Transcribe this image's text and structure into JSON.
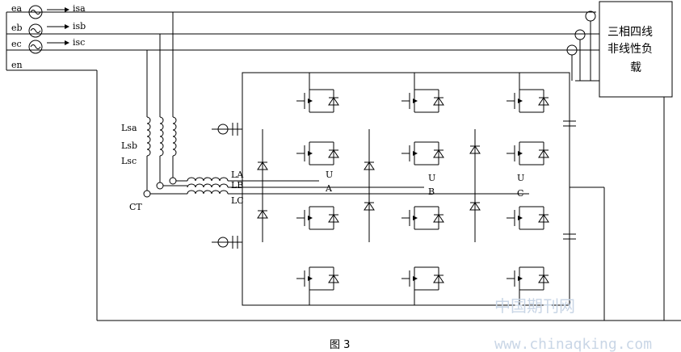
{
  "sources": [
    {
      "voltage": "ea",
      "current": "isa"
    },
    {
      "voltage": "eb",
      "current": "isb"
    },
    {
      "voltage": "ec",
      "current": "isc"
    }
  ],
  "neutral_label": "en",
  "load_label_lines": [
    "三相四线",
    "非线性负",
    "载"
  ],
  "inductor_labels": [
    "Lsa",
    "Lsb",
    "Lsc"
  ],
  "ct_label": "CT",
  "filter_labels": [
    "LA",
    "LB",
    "LC"
  ],
  "bridge_labels": {
    "top": [
      "U",
      "U",
      "U"
    ],
    "bottom": [
      "A",
      "B",
      "C"
    ]
  },
  "caption": "图 3",
  "watermark": {
    "cn": "中国期刊网",
    "url": "www.chinaqking.com"
  },
  "line_color": "#000000",
  "watermark_color": "#c9d6e6"
}
